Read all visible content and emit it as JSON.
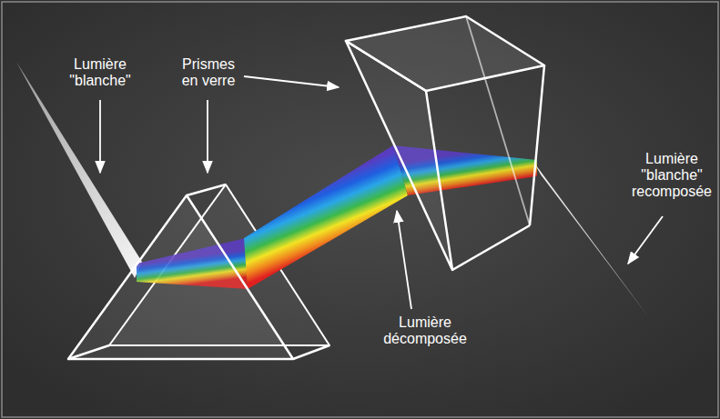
{
  "diagram": {
    "labels": [
      "Lumière \"blanche\"",
      "Prismes en verre",
      "Lumière décomposée",
      "Lumière \"blanche\" recomposée"
    ]
  }
}
